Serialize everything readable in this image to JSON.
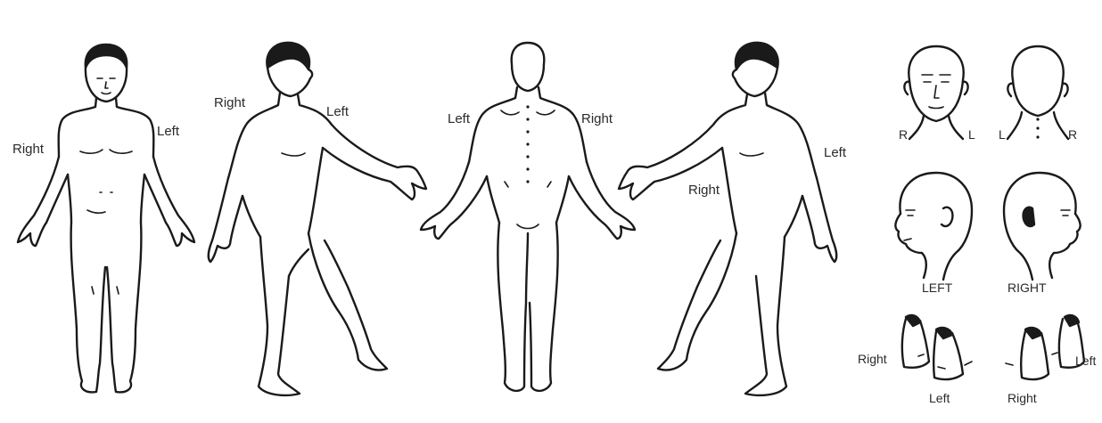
{
  "figures": {
    "front": {
      "right": "Right",
      "left": "Left"
    },
    "side_left": {
      "right": "Right",
      "left": "Left"
    },
    "back": {
      "left": "Left",
      "right": "Right"
    },
    "side_right": {
      "left": "Left",
      "right": "Right"
    }
  },
  "heads": {
    "front_face": {
      "r": "R",
      "l": "L"
    },
    "back_head": {
      "l": "L",
      "r": "R"
    },
    "left_profile": {
      "label": "LEFT"
    },
    "right_profile": {
      "label": "RIGHT"
    }
  },
  "feet": {
    "left_pair": {
      "right": "Right",
      "left": "Left"
    },
    "right_pair": {
      "right": "Right",
      "left": "Left"
    }
  }
}
